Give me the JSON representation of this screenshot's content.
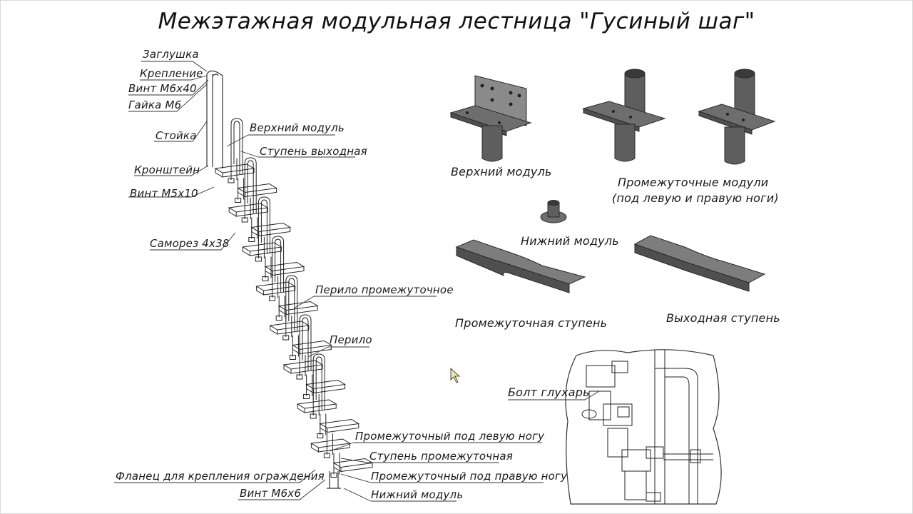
{
  "title": "Межэтажная модульная лестница \"Гусиный шаг\"",
  "labels": {
    "zaglushka": "Заглушка",
    "kreplenie": "Крепление",
    "vint_m6x40": "Винт М6х40",
    "gaika_m6": "Гайка М6",
    "stoyka": "Стойка",
    "verkhniy_modul": "Верхний модуль",
    "stupen_vykhodnaya": "Ступень выходная",
    "kronshteyn": "Кронштейн",
    "vint_m5x10": "Винт М5х10",
    "samorez": "Саморез 4х38",
    "perilo_promezhutochnoe": "Перило промежуточное",
    "perilo": "Перило",
    "promezh_levaya": "Промежуточный под левую ногу",
    "stupen_promezhutochnaya": "Ступень промежуточная",
    "flanec": "Фланец для крепления ограждения",
    "promezh_pravaya": "Промежуточный под правую ногу",
    "vint_m6x6": "Винт М6х6",
    "nizhniy_modul": "Нижний модуль"
  },
  "parts": {
    "verkhniy_modul": "Верхний модуль",
    "promezh_moduli_1": "Промежуточные модули",
    "promezh_moduli_2": "(под левую и правую ноги)",
    "nizhniy_modul": "Нижний модуль",
    "promezh_stupen": "Промежуточная ступень",
    "vykhod_stupen": "Выходная ступень",
    "bolt": "Болт глухарь"
  }
}
